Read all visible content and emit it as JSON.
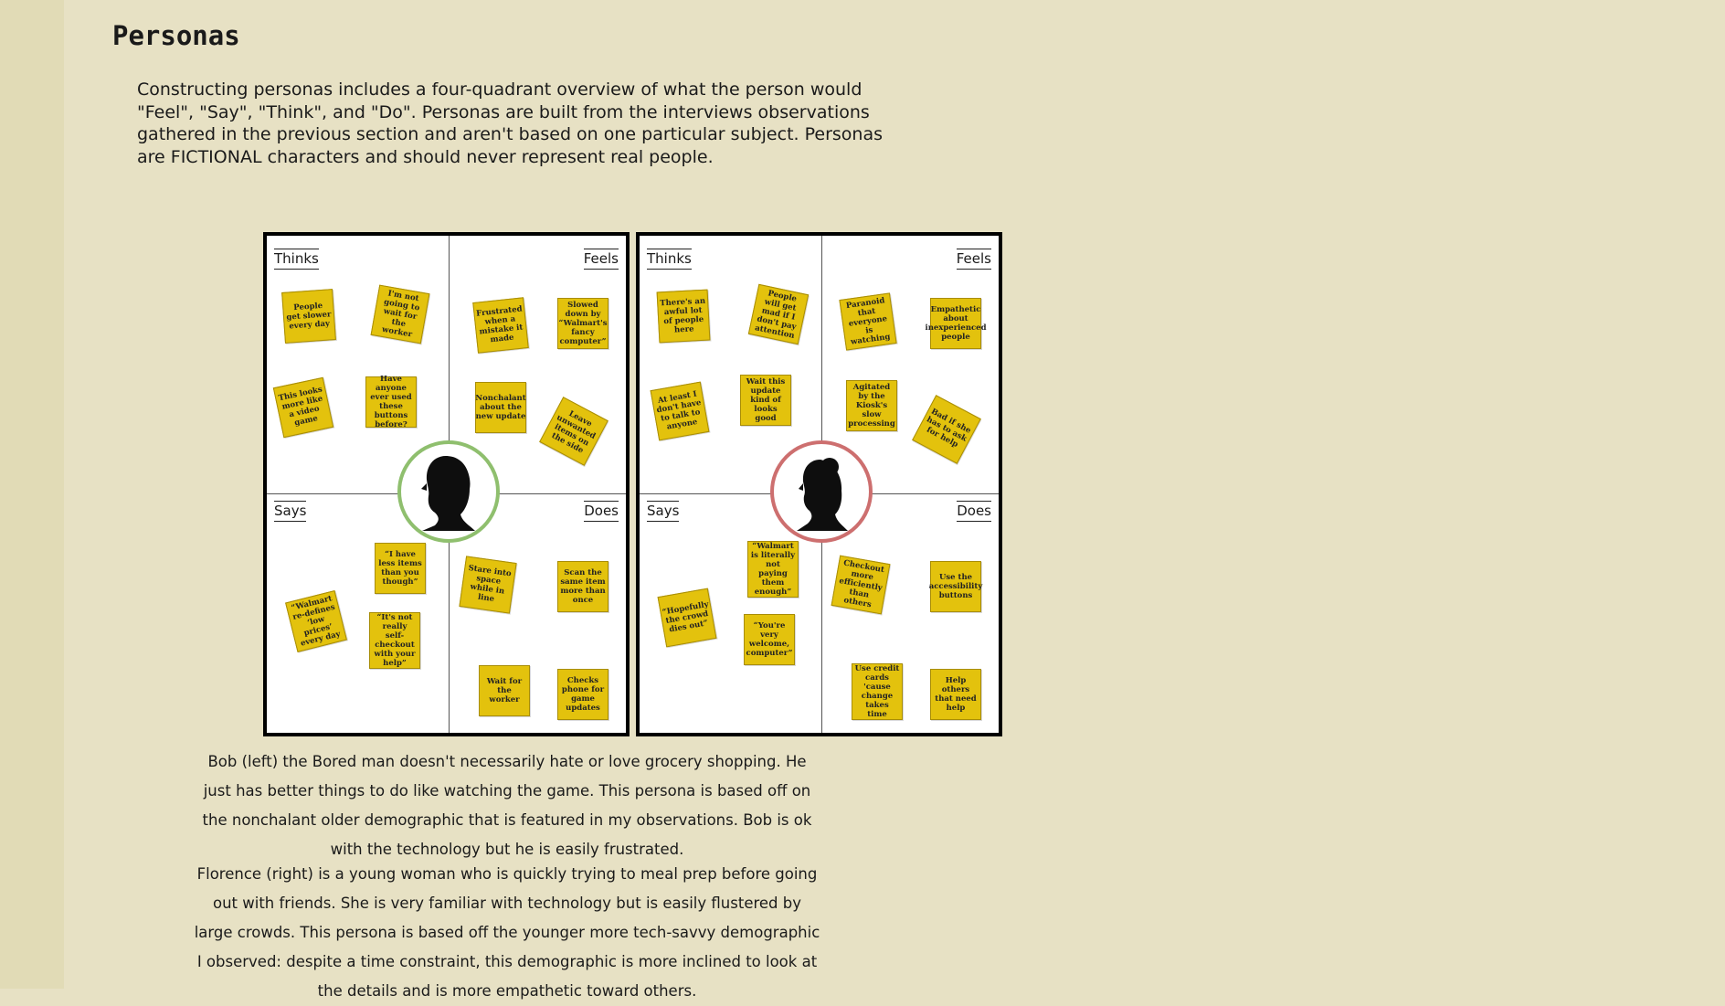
{
  "page": {
    "title": "Personas",
    "intro": "Constructing personas includes a four-quadrant overview of what the person would \"Feel\", \"Say\", \"Think\", and \"Do\". Personas are built from the interviews observations gathered in the previous section and aren't based on one particular subject. Personas are FICTIONAL characters and should never represent real people."
  },
  "boards": {
    "left": {
      "labels": {
        "thinks": "Thinks",
        "feels": "Feels",
        "says": "Says",
        "does": "Does"
      },
      "avatar_icon": "male-silhouette-icon",
      "ring_color": "#8fbf6e",
      "notes": [
        "People get slower every day",
        "I'm not going to wait for the worker",
        "This looks more like a video game",
        "Have anyone ever used these buttons before?",
        "Frustrated when a mistake it made",
        "Slowed down by “Walmart's fancy computer”",
        "Nonchalant about the new update",
        "Leave unwanted items on the side",
        "“I have less items than you though”",
        "“Walmart re-defines ‘low prices’ every day",
        "“It's not really self-checkout with your help”",
        "Stare into space while in line",
        "Scan the same item more than once",
        "Wait for the worker",
        "Checks phone for game updates"
      ]
    },
    "right": {
      "labels": {
        "thinks": "Thinks",
        "feels": "Feels",
        "says": "Says",
        "does": "Does"
      },
      "avatar_icon": "female-silhouette-icon",
      "ring_color": "#cd6f6f",
      "notes": [
        "There's an awful lot of people here",
        "People will get mad if I don't pay attention",
        "At least I don't have to talk to anyone",
        "Wait this update kind of looks good",
        "Paranoid that everyone is watching",
        "Empathetic about inexperienced people",
        "Agitated by the Kiosk's slow processing",
        "Bad if she has to ask for help",
        "“Walmart is literally not paying them enough”",
        "“Hopefully the crowd dies out”",
        "“You're very welcome, computer”",
        "Checkout more efficiently than others",
        "Use the accessibility buttons",
        "Use credit cards 'cause change takes time",
        "Help others that need help"
      ]
    }
  },
  "captions": {
    "bob": "Bob (left) the Bored man doesn't necessarily hate or love grocery shopping. He just has better things to do like watching the game. This persona is based off on the nonchalant older demographic that is featured in my observations. Bob is ok with the technology but he is easily frustrated.",
    "florence": "Florence (right) is a young woman who is quickly trying to meal prep before going out with friends. She is very familiar with technology but is easily flustered by large crowds. This persona is based off the younger more tech-savvy demographic I observed: despite a time constraint, this demographic is more inclined to look at the details and is more empathetic toward others."
  }
}
